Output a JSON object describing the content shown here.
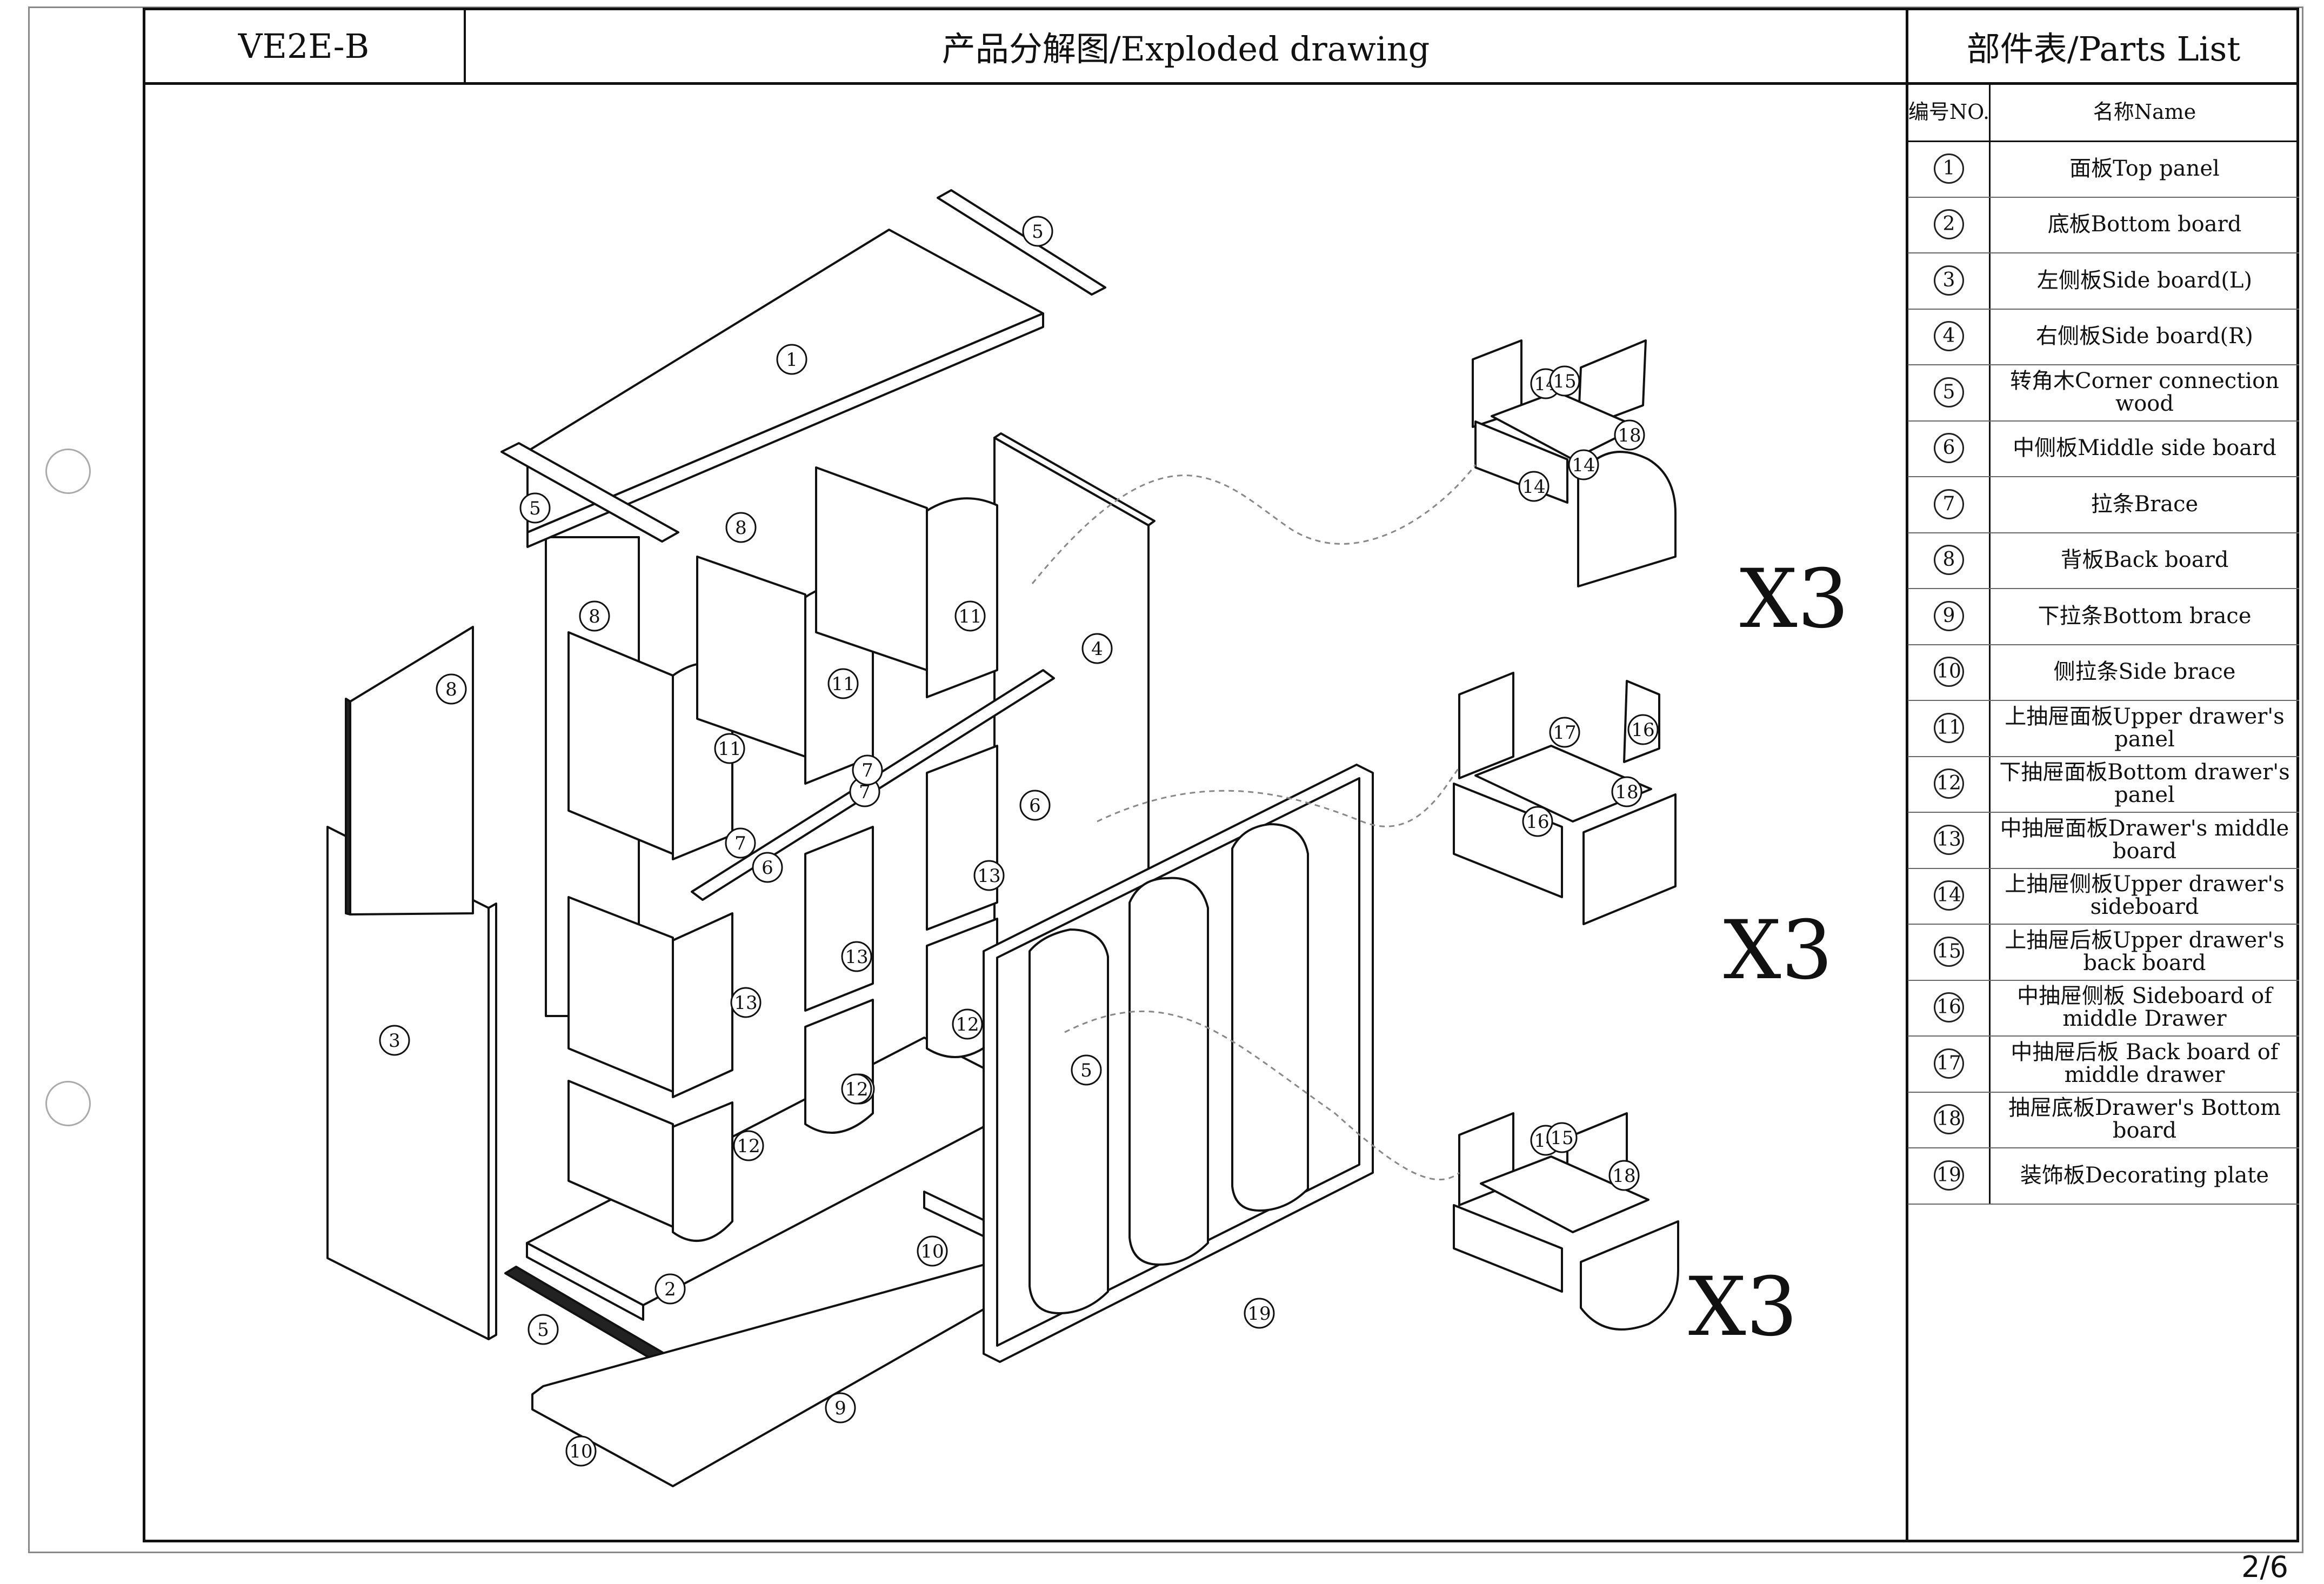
{
  "header": {
    "model": "VE2E-B",
    "title": "产品分解图/Exploded drawing",
    "parts_title": "部件表/Parts List"
  },
  "parts_list": {
    "col_no": "编号NO.",
    "col_name": "名称Name",
    "rows": [
      {
        "no": "1",
        "name": "面板Top panel"
      },
      {
        "no": "2",
        "name": "底板Bottom board"
      },
      {
        "no": "3",
        "name": "左侧板Side board(L)"
      },
      {
        "no": "4",
        "name": "右侧板Side board(R)"
      },
      {
        "no": "5",
        "name": "转角木Corner connection wood"
      },
      {
        "no": "6",
        "name": "中侧板Middle side board"
      },
      {
        "no": "7",
        "name": "拉条Brace"
      },
      {
        "no": "8",
        "name": "背板Back board"
      },
      {
        "no": "9",
        "name": "下拉条Bottom brace"
      },
      {
        "no": "10",
        "name": "侧拉条Side brace"
      },
      {
        "no": "11",
        "name": "上抽屉面板Upper drawer's panel"
      },
      {
        "no": "12",
        "name": "下抽屉面板Bottom drawer's panel"
      },
      {
        "no": "13",
        "name": "中抽屉面板Drawer's middle board"
      },
      {
        "no": "14",
        "name": "上抽屉侧板Upper drawer's sideboard"
      },
      {
        "no": "15",
        "name": "上抽屉后板Upper drawer's back board"
      },
      {
        "no": "16",
        "name": "中抽屉侧板 Sideboard of middle Drawer"
      },
      {
        "no": "17",
        "name": "中抽屉后板 Back board of middle drawer"
      },
      {
        "no": "18",
        "name": "抽屉底板Drawer's Bottom board"
      },
      {
        "no": "19",
        "name": "装饰板Decorating plate"
      }
    ]
  },
  "drawing": {
    "callouts": [
      "1",
      "2",
      "3",
      "4",
      "5",
      "5",
      "5",
      "5",
      "6",
      "6",
      "7",
      "7",
      "7",
      "8",
      "8",
      "8",
      "9",
      "10",
      "10",
      "11",
      "11",
      "11",
      "12",
      "12",
      "12",
      "12",
      "13",
      "13",
      "13",
      "14",
      "14",
      "14",
      "14",
      "15",
      "15",
      "16",
      "16",
      "17",
      "18",
      "18",
      "18",
      "19"
    ],
    "quantity_labels": [
      "X3",
      "X3",
      "X3"
    ]
  },
  "footer": {
    "page": "2/6"
  }
}
